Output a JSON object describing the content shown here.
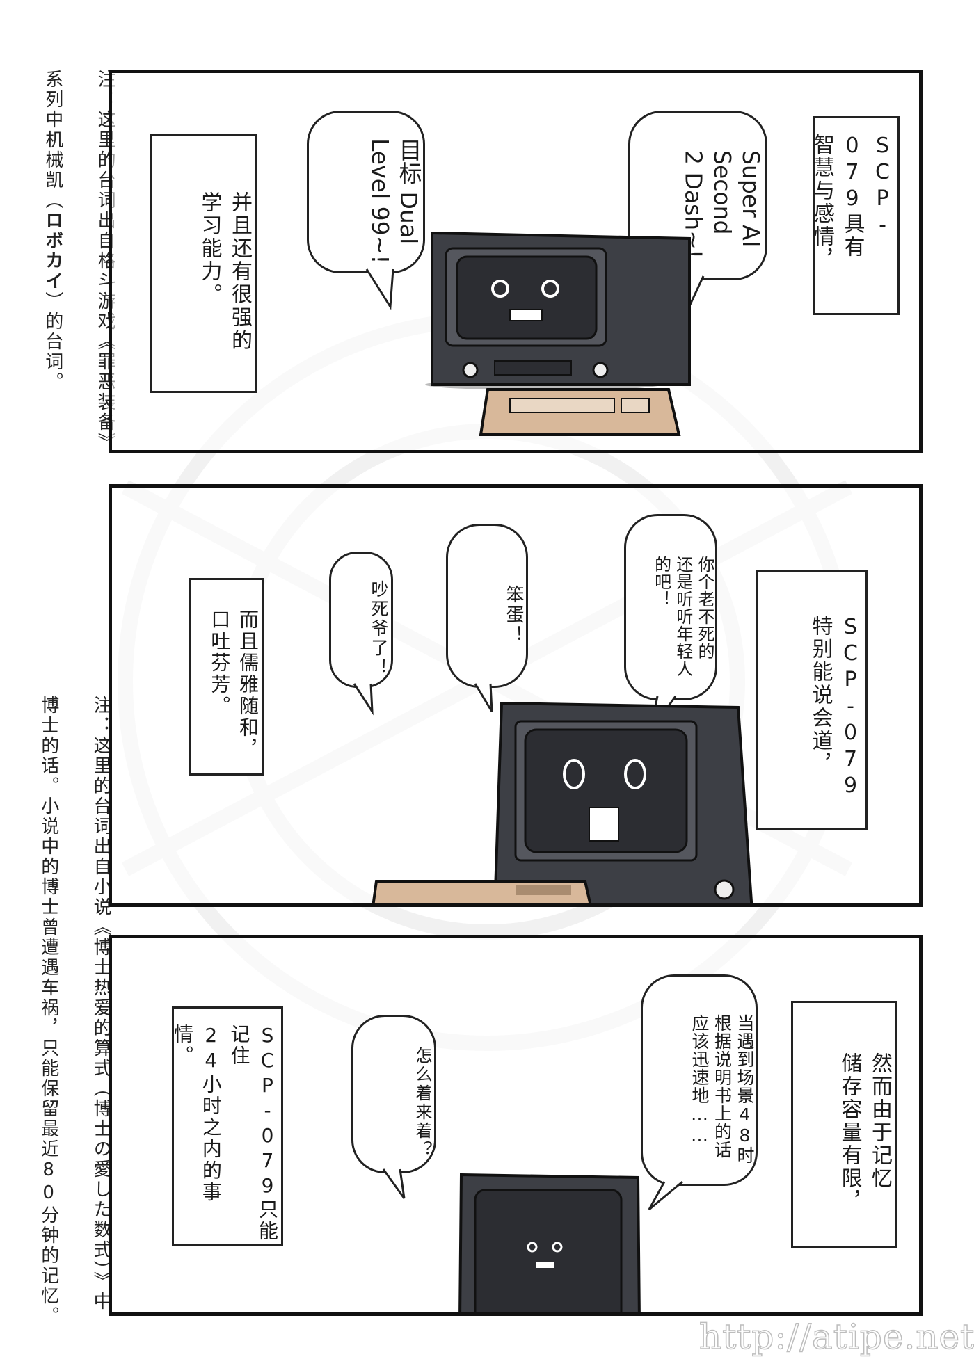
{
  "notes": {
    "note1_line1_prefix": "注：这里的台词出自格斗游戏《罪恶装备》",
    "note1_line2_a": "系列中机械凯（",
    "note1_line2_bold": "ロボカイ",
    "note1_line2_b": "）的台词。",
    "note2_line1": "注：这里的台词出自小说《博士热爱的算式（博士の愛した数式）》中",
    "note2_line2": "博士的话。小说中的博士曾遭遇车祸，只能保留最近80分钟的记忆。"
  },
  "panel1": {
    "caption_right": "SCP-079具有\n智慧与感情，",
    "bubble_right": "Super AI\nSecond\n2 Dash~!",
    "bubble_left": "目标 Dual\nLevel 99~!",
    "caption_left": "并且还有很强的\n学习能力。"
  },
  "panel2": {
    "caption_right": "SCP-079\n特别能说会道，",
    "bubble_right": "你个老不死的\n还是听听年轻人\n的吧！",
    "bubble_mid": "笨蛋！",
    "bubble_left": "吵死爷了！",
    "caption_left": "而且儒雅随和，\n口吐芬芳。"
  },
  "panel3": {
    "caption_right": "然而由于记忆\n储存容量有限，",
    "bubble_right": "当遇到场景48时\n根据说明书上的话\n应该迅速地……",
    "bubble_mid": "怎么着来着？",
    "caption_left": "SCP-079只能记住\n24小时之内的事情。"
  },
  "watermark": "http://atipe.net/",
  "colors": {
    "monitor_body": "#3d3f45",
    "screen": "#2c2d32",
    "keyboard": "#d8b89a"
  }
}
